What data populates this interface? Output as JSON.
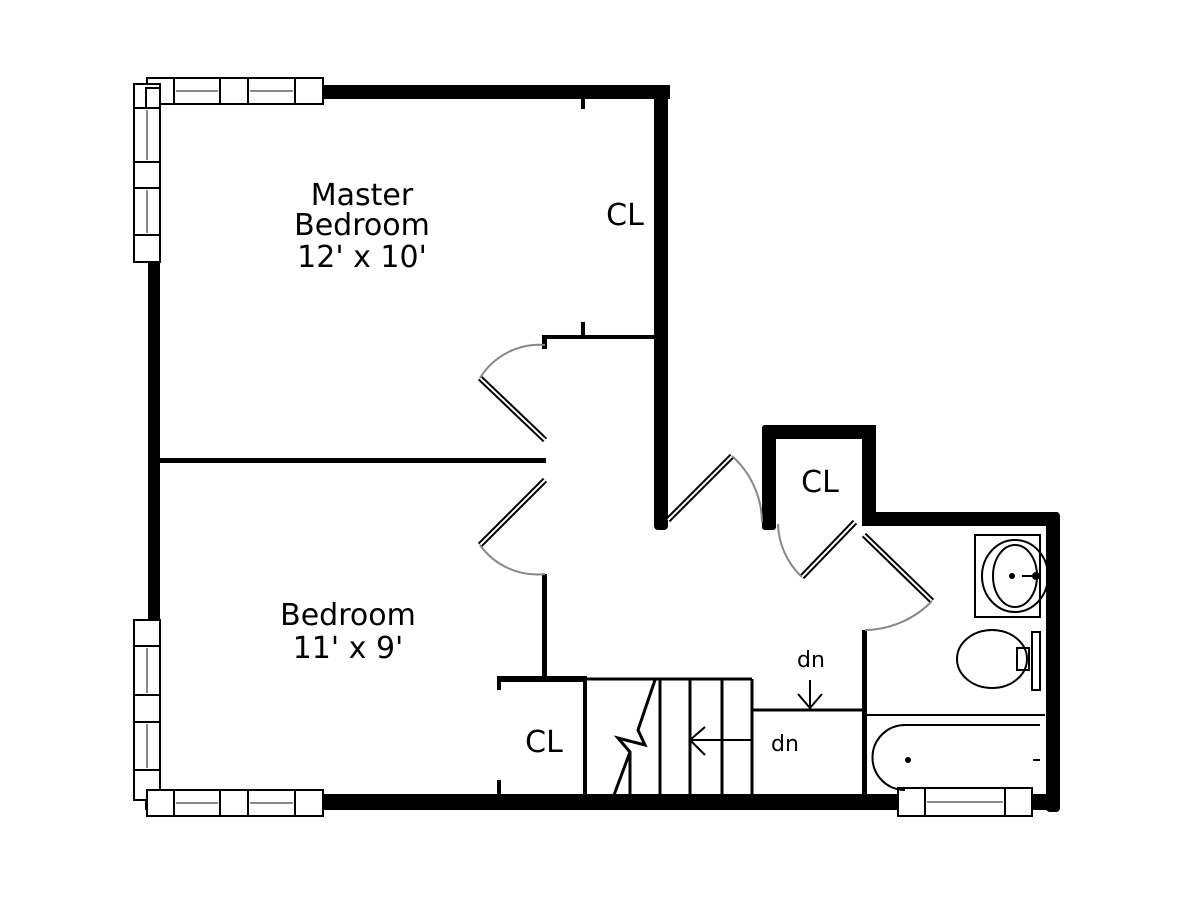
{
  "rooms": {
    "master": {
      "name": "Master",
      "name2": "Bedroom",
      "size": "12' x 10'"
    },
    "bedroom": {
      "name": "Bedroom",
      "size": "11' x 9'"
    },
    "closet_master": "CL",
    "closet_hall": "CL",
    "closet_bedroom": "CL"
  },
  "stairs": {
    "down_label_1": "dn",
    "down_label_2": "dn"
  },
  "colors": {
    "wall": "#000000",
    "door_arc": "#888888",
    "window_pane": "#888888"
  }
}
